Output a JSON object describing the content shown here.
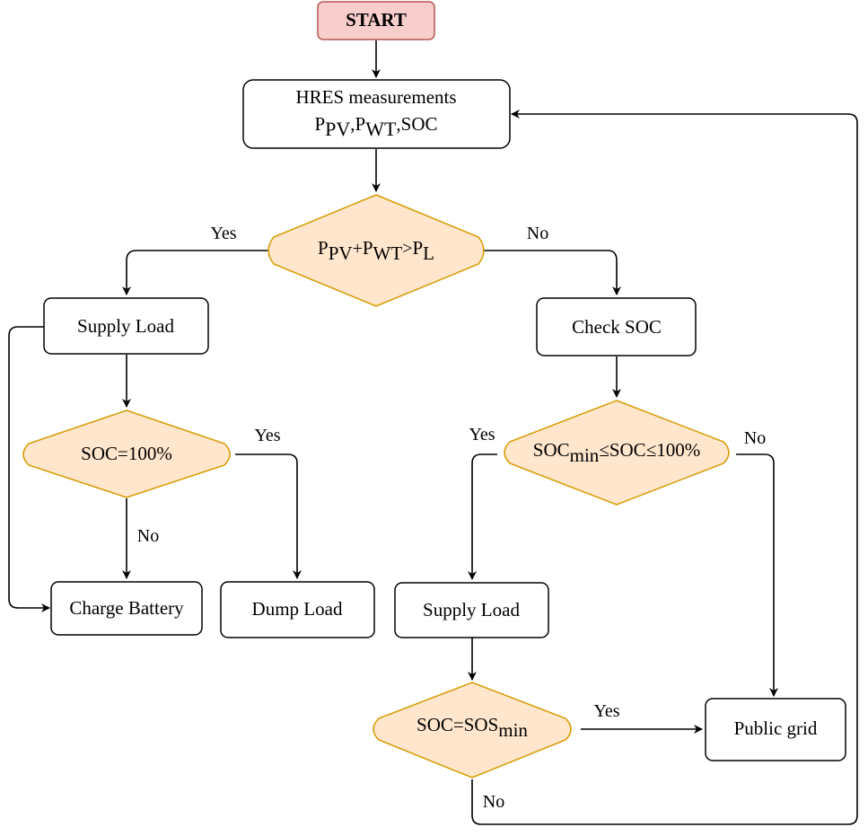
{
  "start": {
    "label": "START",
    "fill": "#f8cecc",
    "stroke": "#b85450"
  },
  "style": {
    "process_fill": "#ffffff",
    "process_stroke": "#000000",
    "decision_fill": "#ffe6cc",
    "decision_stroke": "#d79b00"
  },
  "measure": {
    "line1": "HRES measurements",
    "p1": "P",
    "p1_sub": "PV",
    "sep1": ",",
    "p2": "P",
    "p2_sub": "WT",
    "tail": ",SOC"
  },
  "decision_power": {
    "a": "P",
    "a_sub": "PV",
    "plus": "+",
    "b": "P",
    "b_sub": "WT",
    "gt": ">",
    "c": "P",
    "c_sub": "L"
  },
  "left_supply": {
    "label": "Supply Load"
  },
  "soc_full": {
    "label": "SOC=100%"
  },
  "charge_battery": {
    "label": "Charge Battery"
  },
  "dump_load": {
    "label": "Dump Load"
  },
  "check_soc": {
    "label": "Check SOC"
  },
  "soc_range": {
    "pre": "SOC",
    "sub": "min",
    "post": "≤SOC≤100%"
  },
  "right_supply": {
    "label": "Supply Load"
  },
  "soc_min": {
    "pre": "SOC=SOS",
    "sub": "min"
  },
  "public_grid": {
    "label": "Public grid"
  },
  "edges": {
    "power_yes": "Yes",
    "power_no": "No",
    "full_yes": "Yes",
    "full_no": "No",
    "range_yes": "Yes",
    "range_no": "No",
    "min_yes": "Yes",
    "min_no": "No"
  }
}
